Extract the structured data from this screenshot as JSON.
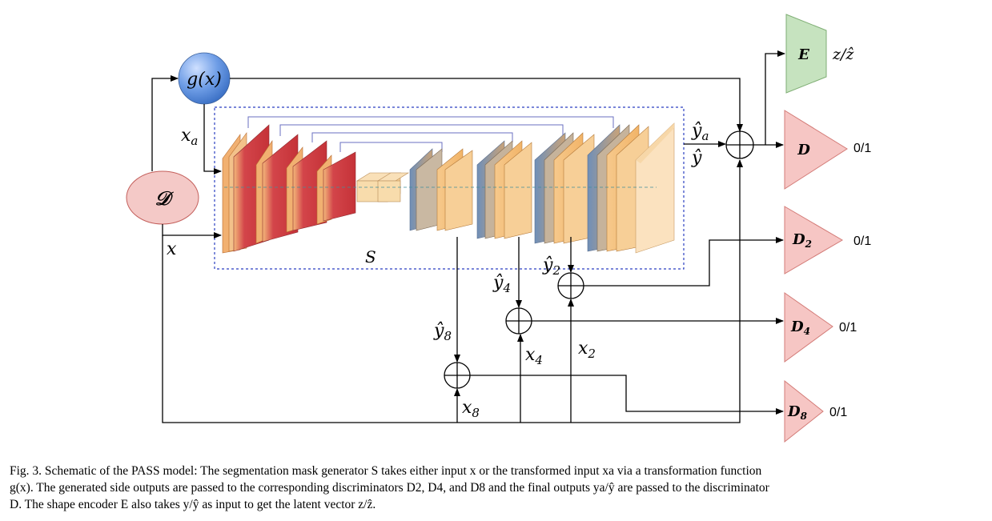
{
  "nodes": {
    "transform": "g(x)",
    "dataset": "𝒟",
    "segmenter": "S",
    "encoder": "E",
    "disc_final": "D",
    "disc_2": "D",
    "disc_2_sub": "2",
    "disc_4": "D",
    "disc_4_sub": "4",
    "disc_8": "D",
    "disc_8_sub": "8"
  },
  "labels": {
    "x_a": "x",
    "x_a_sub": "a",
    "x": "x",
    "y_a": "ŷ",
    "y_a_sub": "a",
    "y_hat": "ŷ",
    "y2": "ŷ",
    "y2_sub": "2",
    "y4": "ŷ",
    "y4_sub": "4",
    "y8": "ŷ",
    "y8_sub": "8",
    "x2": "x",
    "x2_sub": "2",
    "x4": "x",
    "x4_sub": "4",
    "x8": "x",
    "x8_sub": "8",
    "latent": "z/ẑ",
    "out_d": "0/1",
    "out_d2": "0/1",
    "out_d4": "0/1",
    "out_d8": "0/1"
  },
  "caption": {
    "line1": "Fig. 3.  Schematic of the PASS model: The segmentation mask generator S takes either input x or the transformed input xa via a transformation function",
    "line2": "g(x). The generated side outputs are passed to the corresponding discriminators D2, D4, and D8 and the final outputs ya/ŷ are passed to the discriminator",
    "line3": "D. The shape encoder E also takes y/ŷ as input to get the latent vector z/ẑ."
  },
  "colors": {
    "transform_fill": "#5b8fd8",
    "dataset_fill": "#f4c9c7",
    "disc_fill": "#f6c6c4",
    "encoder_fill": "#c6e3bf",
    "box_border": "#2b3fc2"
  }
}
